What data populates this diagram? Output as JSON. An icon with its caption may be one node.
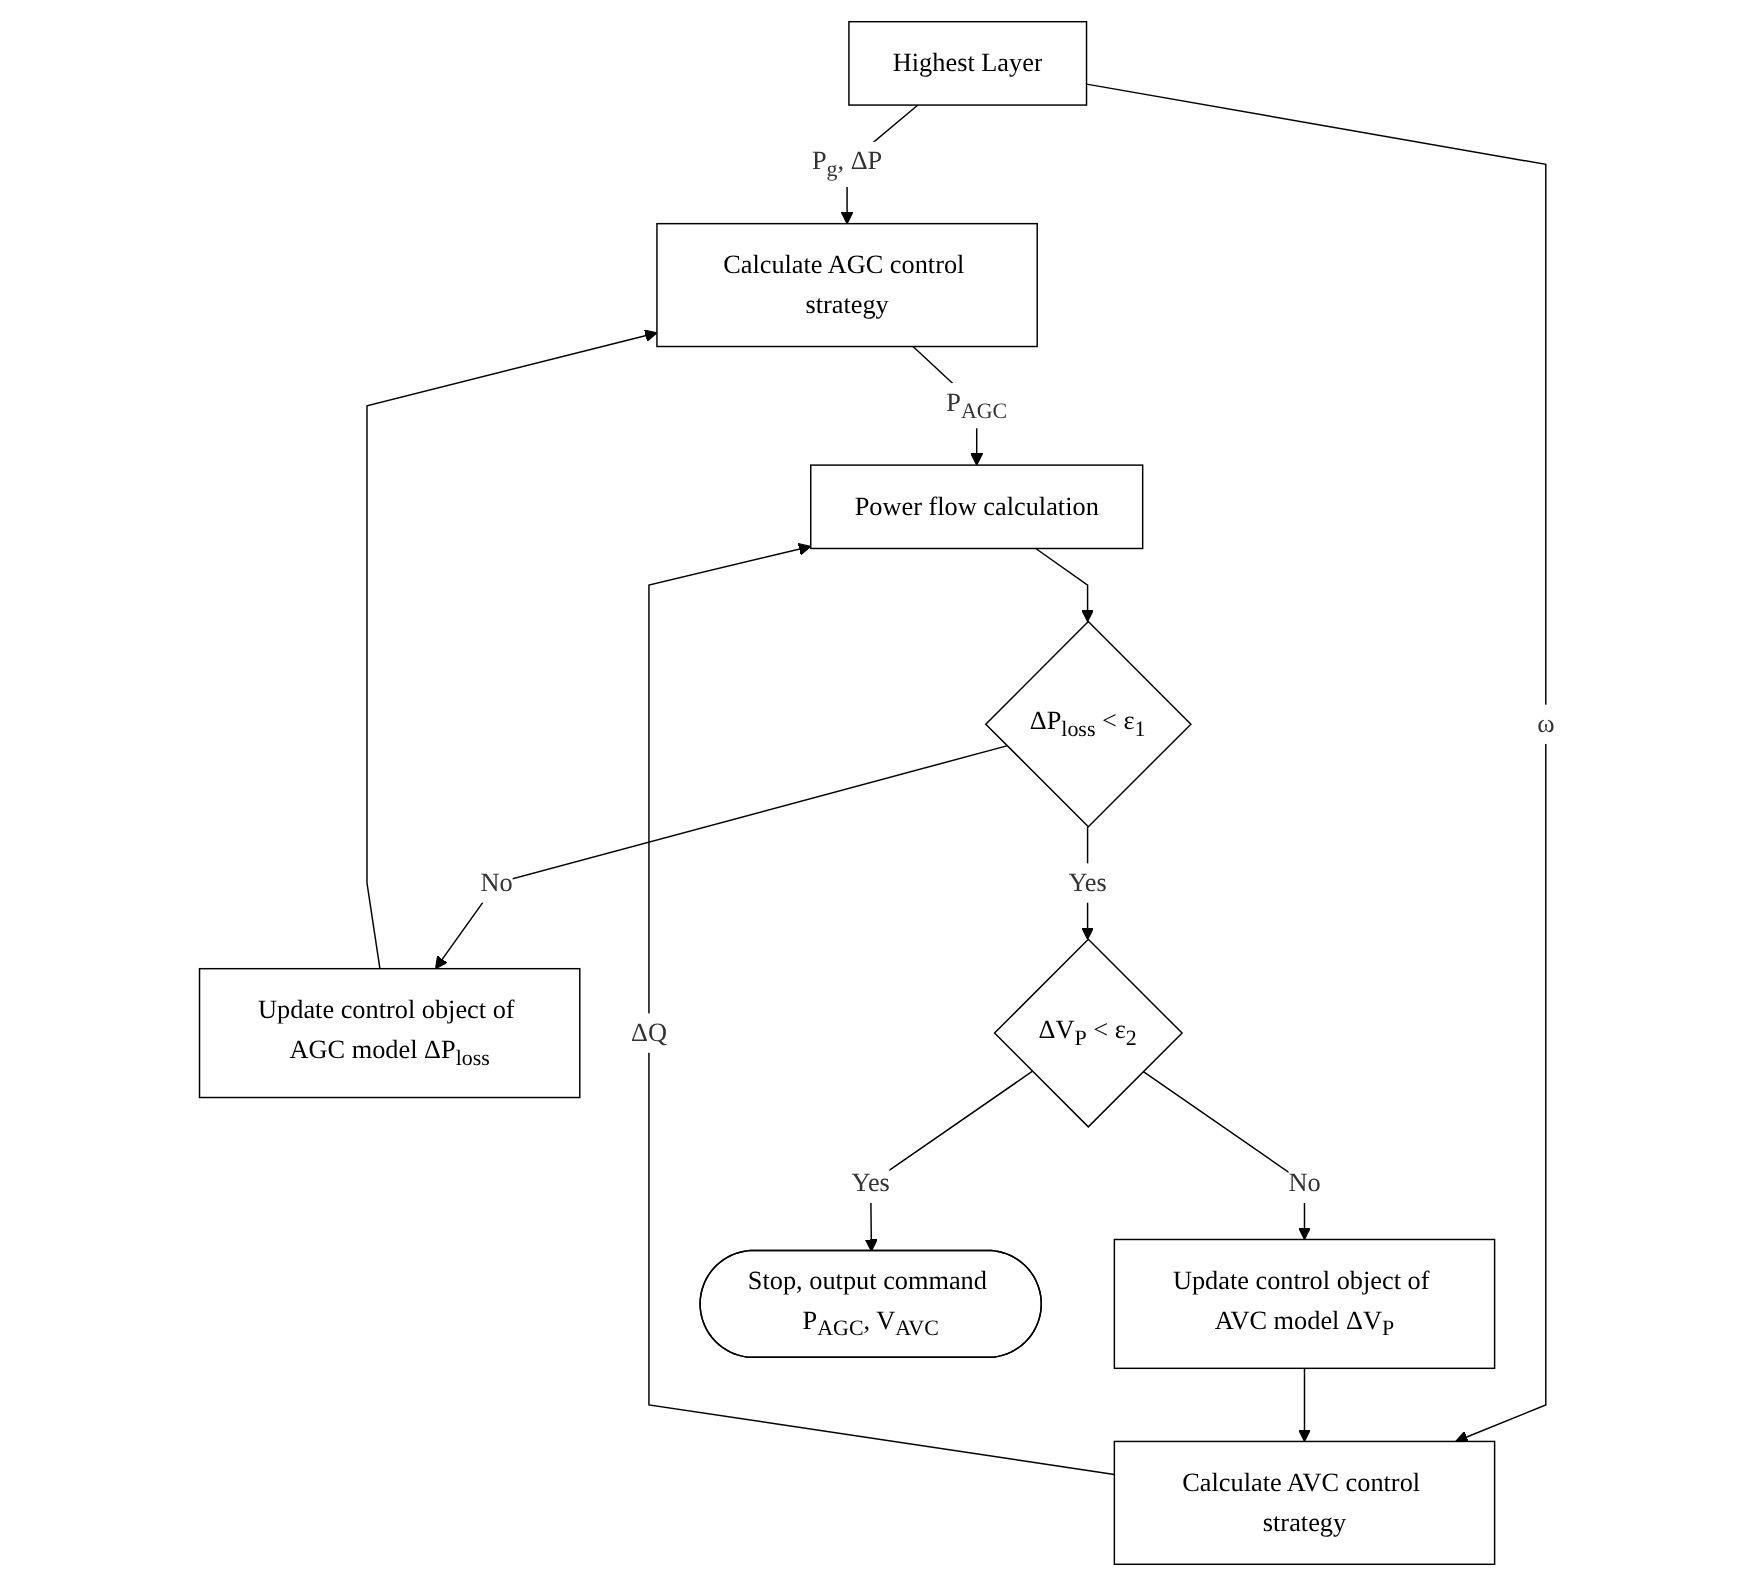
{
  "diagram": {
    "nodes": [
      {
        "text": [
          "Highest Layer"
        ]
      },
      {
        "text": [
          "Calculate AGC control strategy"
        ]
      },
      {
        "text": [
          "Calculate AVC control strategy"
        ]
      },
      {
        "text": [
          "Power flow calculation"
        ]
      },
      {
        "text": [
          "ΔP$_{loss}$ < ε$_{1}$"
        ]
      },
      {
        "text": [
          "Update control object of AGC model ΔP$_{loss}$"
        ]
      },
      {
        "text": [
          "ΔV$_{P}$ < ε$_{2}$"
        ]
      },
      {
        "text": [
          "Update control object of AVC model ΔV$_{P}$"
        ]
      },
      {
        "text": [
          "Stop, output command P$_{AGC}$, V$_{AVC}$"
        ]
      }
    ],
    "edges": [
      {
        "from": 0,
        "to": 1,
        "arrow": "to",
        "label": "P$_{g}$, ΔP"
      },
      {
        "from": 0,
        "to": 2,
        "arrow": "to",
        "label": "ω"
      },
      {
        "from": 1,
        "to": 3,
        "arrow": "to",
        "label": "P$_{AGC}$"
      },
      {
        "from": 2,
        "to": 3,
        "arrow": "to",
        "label": "ΔQ"
      },
      {
        "from": 3,
        "to": 4,
        "arrow": "to"
      },
      {
        "from": 4,
        "to": 5,
        "arrow": "to",
        "label": "No"
      },
      {
        "from": 5,
        "to": 1,
        "arrow": "to"
      },
      {
        "from": 4,
        "to": 6,
        "arrow": "to",
        "label": "Yes"
      },
      {
        "from": 6,
        "to": 7,
        "arrow": "to",
        "label": "No"
      },
      {
        "from": 7,
        "to": 2,
        "arrow": "to"
      },
      {
        "from": 6,
        "to": 8,
        "arrow": "to",
        "label": "Yes"
      }
    ]
  }
}
